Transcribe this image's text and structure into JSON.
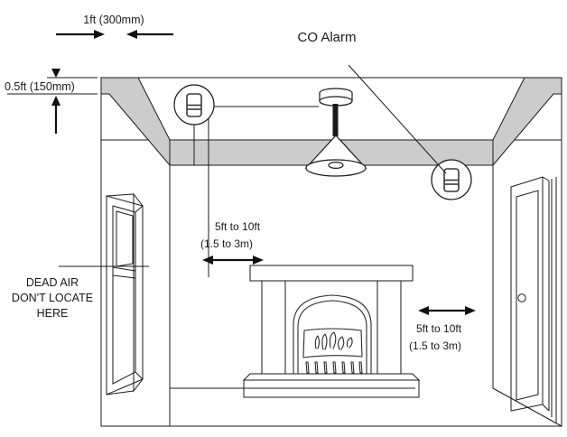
{
  "diagram": {
    "title": "CO Alarm",
    "subject": "Carbon monoxide alarm placement in a room with a fireplace"
  },
  "labels": {
    "co_alarm": "CO Alarm",
    "top_dimension": "1ft (300mm)",
    "ceiling_dimension": "0.5ft (150mm)",
    "dead_air_line1": "DEAD AIR",
    "dead_air_line2": "DON'T LOCATE",
    "dead_air_line3": "HERE",
    "dist_center_line1": "5ft to 10ft",
    "dist_center_line2": "(1.5 to 3m)",
    "dist_right_line1": "5ft to 10ft",
    "dist_right_line2": "(1.5 to 3m)"
  },
  "icons": {
    "co_alarm_ceiling": "co-alarm-icon",
    "co_alarm_wall": "co-alarm-icon",
    "pendant_light": "pendant-light-icon",
    "door_knob": "door-knob-icon"
  },
  "colors": {
    "outline": "#1a1a1a",
    "ceiling_band_light": "#cccccc",
    "ceiling_corner_dark": "#9b9b9b",
    "background": "#ffffff",
    "sketch_stroke": "#2a2a2a"
  },
  "elements": {
    "room": "room-perspective",
    "ceiling": "ceiling",
    "left_wall": "left-wall",
    "back_wall": "back-wall",
    "right_wall": "right-wall",
    "floor": "floor",
    "window": "window",
    "door": "door",
    "fireplace": "fireplace"
  }
}
